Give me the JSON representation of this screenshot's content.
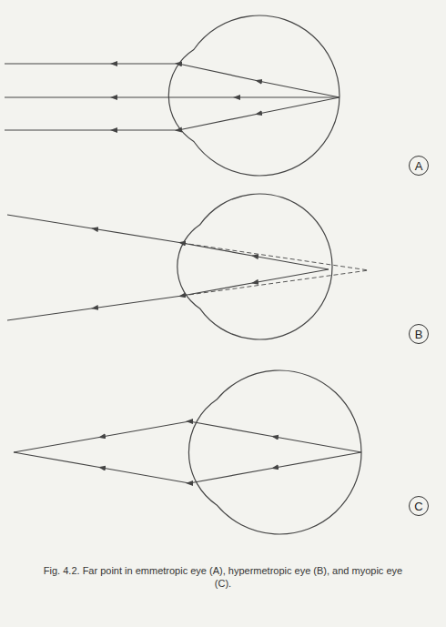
{
  "diagram": {
    "caption": "Fig. 4.2. Far point in emmetropic eye (A), hypermetropic eye (B), and myopic eye (C).",
    "nodes": [
      {
        "text": [
          "A"
        ]
      },
      {
        "text": [
          "B"
        ]
      },
      {
        "text": [
          "C"
        ]
      }
    ]
  }
}
